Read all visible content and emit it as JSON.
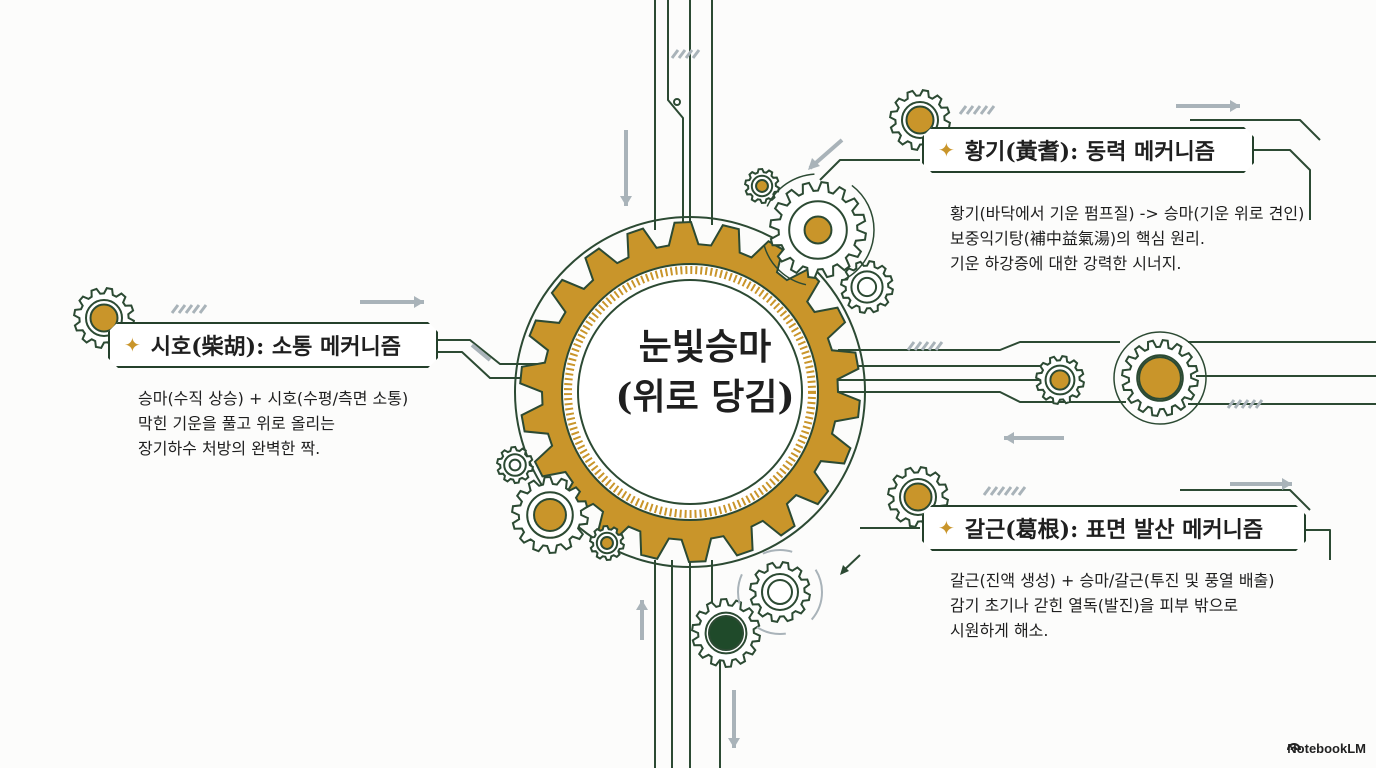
{
  "center": {
    "line1": "눈빛승마",
    "line2": "(위로 당김)"
  },
  "nodes": {
    "hwanggi": {
      "title": "황기(黃耆): 동력 메커니즘",
      "desc": [
        "황기(바닥에서 기운 펌프질) -> 승마(기운 위로 견인)",
        "보중익기탕(補中益氣湯)의 핵심 원리.",
        "기운 하강증에 대한 강력한 시너지."
      ]
    },
    "siho": {
      "title": "시호(柴胡): 소통 메커니즘",
      "desc": [
        "승마(수직 상승) + 시호(수평/측면 소통)",
        "막힌 기운을 풀고 위로 올리는",
        "장기하수 처방의 완벽한 짝."
      ]
    },
    "galgeun": {
      "title": "갈근(葛根): 표면 발산 메커니즘",
      "desc": [
        "갈근(진액 생성) + 승마/갈근(투진 및 풍열 배출)",
        "감기 초기나 갇힌 열독(발진)을 피부 밖으로",
        "시원하게 해소."
      ]
    }
  },
  "brand": "NotebookLM",
  "colors": {
    "line": "#2c4a33",
    "gold": "#c9952a",
    "arrow": "#a9b3b9"
  }
}
